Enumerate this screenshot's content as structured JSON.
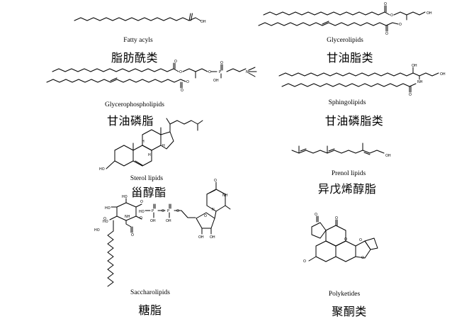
{
  "classes": [
    {
      "id": "fatty-acyls",
      "name_en": "Fatty acyls",
      "name_zh": "脂肪酰类",
      "atom_labels": [
        "OH"
      ]
    },
    {
      "id": "glycerolipids",
      "name_en": "Glycerolipids",
      "name_zh": "甘油脂类",
      "atom_labels": [
        "O",
        "O",
        "O",
        "O",
        "OH"
      ]
    },
    {
      "id": "glycerophospholipids",
      "name_en": "Glycerophospholipids",
      "name_zh": "甘油磷脂",
      "atom_labels": [
        "O",
        "O",
        "O",
        "O",
        "P",
        "O",
        "O",
        "OH",
        "N"
      ]
    },
    {
      "id": "sphingolipids",
      "name_en": "Sphingolipids",
      "name_zh": "甘油磷脂类",
      "atom_labels": [
        "OH",
        "OH",
        "NH",
        "O"
      ]
    },
    {
      "id": "sterol-lipids",
      "name_en": "Sterol lipids",
      "name_zh": "甾醇酯",
      "atom_labels": [
        "HO",
        "H",
        "H",
        "H"
      ]
    },
    {
      "id": "prenol-lipids",
      "name_en": "Prenol lipids",
      "name_zh": "异戊烯醇脂",
      "atom_labels": [
        "OH"
      ]
    },
    {
      "id": "saccharolipids",
      "name_en": "Saccharolipids",
      "name_zh": "糖脂",
      "atom_labels": [
        "HO",
        "HO",
        "O",
        "HO",
        "HO",
        "O",
        "O",
        "NH",
        "O",
        "P",
        "O",
        "P",
        "O",
        "OH",
        "OH",
        "O",
        "N",
        "NH",
        "O",
        "OH",
        "OH",
        "HO"
      ]
    },
    {
      "id": "polyketides",
      "name_en": "Polyketides",
      "name_zh": "聚酮类",
      "atom_labels": [
        "O",
        "O",
        "O",
        "O",
        "O",
        "O"
      ]
    }
  ]
}
